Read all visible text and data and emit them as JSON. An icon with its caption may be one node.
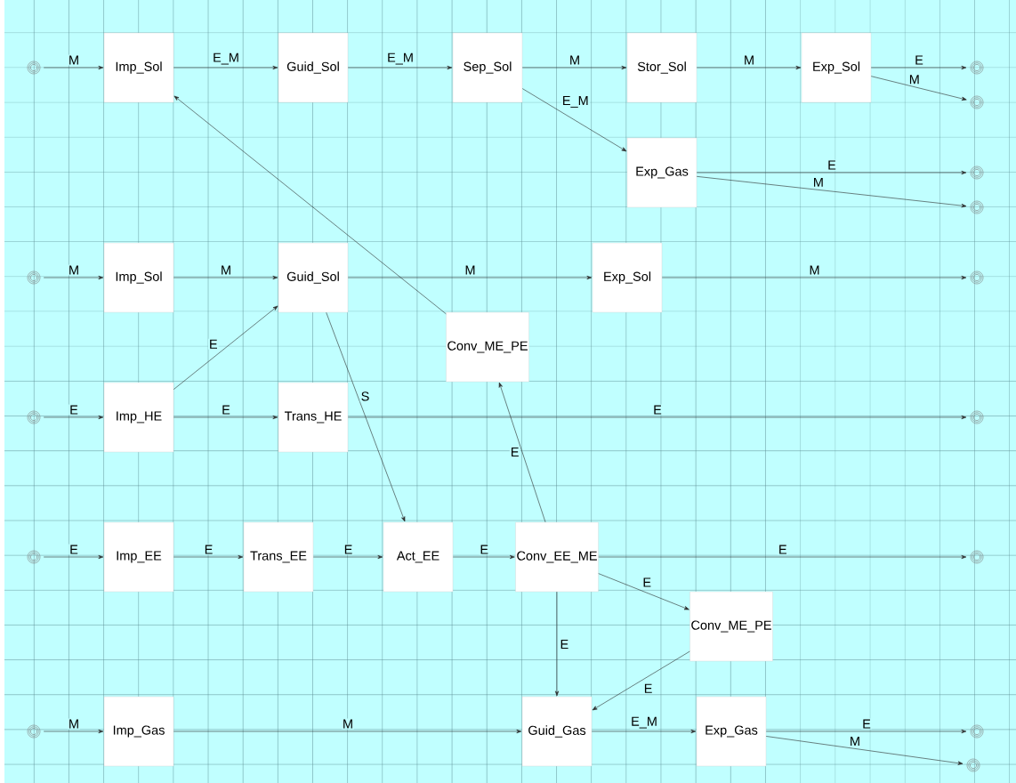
{
  "diagram": {
    "nodes": [
      {
        "text": [
          "Imp_Sol"
        ]
      },
      {
        "text": [
          "Guid_Sol"
        ]
      },
      {
        "text": [
          "Sep_Sol"
        ]
      },
      {
        "text": [
          "Stor_Sol"
        ]
      },
      {
        "text": [
          "Exp_Sol"
        ]
      },
      {
        "text": [
          "Exp_Gas"
        ]
      },
      {
        "text": [
          "Imp_Sol"
        ]
      },
      {
        "text": [
          "Guid_Sol"
        ]
      },
      {
        "text": [
          "Exp_Sol"
        ]
      },
      {
        "text": [
          "Conv_ME_PE"
        ]
      },
      {
        "text": [
          "Imp_HE"
        ]
      },
      {
        "text": [
          "Trans_HE"
        ]
      },
      {
        "text": [
          "Imp_EE"
        ]
      },
      {
        "text": [
          "Trans_EE"
        ]
      },
      {
        "text": [
          "Act_EE"
        ]
      },
      {
        "text": [
          "Conv_EE_ME"
        ]
      },
      {
        "text": [
          "Conv_ME_PE"
        ]
      },
      {
        "text": [
          "Imp_Gas"
        ]
      },
      {
        "text": [
          "Guid_Gas"
        ]
      },
      {
        "text": [
          "Exp_Gas"
        ]
      },
      {
        "text": [],
        "shape": "circle"
      },
      {
        "text": [],
        "shape": "circle"
      },
      {
        "text": [],
        "shape": "circle"
      },
      {
        "text": [],
        "shape": "circle"
      },
      {
        "text": [],
        "shape": "circle"
      },
      {
        "text": [],
        "shape": "circle"
      },
      {
        "text": [],
        "shape": "circle"
      },
      {
        "text": [],
        "shape": "circle"
      },
      {
        "text": [],
        "shape": "circle"
      },
      {
        "text": [],
        "shape": "circle"
      },
      {
        "text": [],
        "shape": "circle"
      },
      {
        "text": [],
        "shape": "circle"
      },
      {
        "text": [],
        "shape": "circle"
      },
      {
        "text": [],
        "shape": "circle"
      }
    ],
    "edges": [
      {
        "from": 20,
        "to": 0,
        "arrow": "to",
        "label": "M"
      },
      {
        "from": 0,
        "to": 1,
        "arrow": "to",
        "label": "E_M"
      },
      {
        "from": 1,
        "to": 2,
        "arrow": "to",
        "label": "E_M"
      },
      {
        "from": 2,
        "to": 3,
        "arrow": "to",
        "label": "M"
      },
      {
        "from": 3,
        "to": 4,
        "arrow": "to",
        "label": "M"
      },
      {
        "from": 4,
        "to": 25,
        "arrow": "to",
        "label": "E"
      },
      {
        "from": 4,
        "to": 26,
        "arrow": "to",
        "label": "M"
      },
      {
        "from": 2,
        "to": 5,
        "arrow": "to",
        "label": "E_M"
      },
      {
        "from": 5,
        "to": 27,
        "arrow": "to",
        "label": "E"
      },
      {
        "from": 5,
        "to": 28,
        "arrow": "to",
        "label": "M"
      },
      {
        "from": 21,
        "to": 6,
        "arrow": "to",
        "label": "M"
      },
      {
        "from": 6,
        "to": 7,
        "arrow": "to",
        "label": "M"
      },
      {
        "from": 7,
        "to": 8,
        "arrow": "to",
        "label": "M"
      },
      {
        "from": 8,
        "to": 29,
        "arrow": "to",
        "label": "M"
      },
      {
        "from": 9,
        "to": 0,
        "arrow": "to"
      },
      {
        "from": 10,
        "to": 7,
        "arrow": "to",
        "label": "E"
      },
      {
        "from": 7,
        "to": 14,
        "arrow": "to",
        "label": "S"
      },
      {
        "from": 22,
        "to": 10,
        "arrow": "to",
        "label": "E"
      },
      {
        "from": 10,
        "to": 11,
        "arrow": "to",
        "label": "E"
      },
      {
        "from": 11,
        "to": 30,
        "arrow": "to",
        "label": "E"
      },
      {
        "from": 15,
        "to": 9,
        "arrow": "to",
        "label": "E"
      },
      {
        "from": 23,
        "to": 12,
        "arrow": "to",
        "label": "E"
      },
      {
        "from": 12,
        "to": 13,
        "arrow": "to",
        "label": "E"
      },
      {
        "from": 13,
        "to": 14,
        "arrow": "to",
        "label": "E"
      },
      {
        "from": 14,
        "to": 15,
        "arrow": "to",
        "label": "E"
      },
      {
        "from": 15,
        "to": 31,
        "arrow": "to",
        "label": "E"
      },
      {
        "from": 15,
        "to": 16,
        "arrow": "to",
        "label": "E"
      },
      {
        "from": 15,
        "to": 18,
        "arrow": "to",
        "label": "E"
      },
      {
        "from": 16,
        "to": 18,
        "arrow": "to",
        "label": "E"
      },
      {
        "from": 24,
        "to": 17,
        "arrow": "to",
        "label": "M"
      },
      {
        "from": 17,
        "to": 18,
        "arrow": "to",
        "label": "M"
      },
      {
        "from": 18,
        "to": 19,
        "arrow": "to",
        "label": "E_M"
      },
      {
        "from": 19,
        "to": 32,
        "arrow": "to",
        "label": "E"
      },
      {
        "from": 19,
        "to": 33,
        "arrow": "to",
        "label": "M"
      }
    ]
  }
}
